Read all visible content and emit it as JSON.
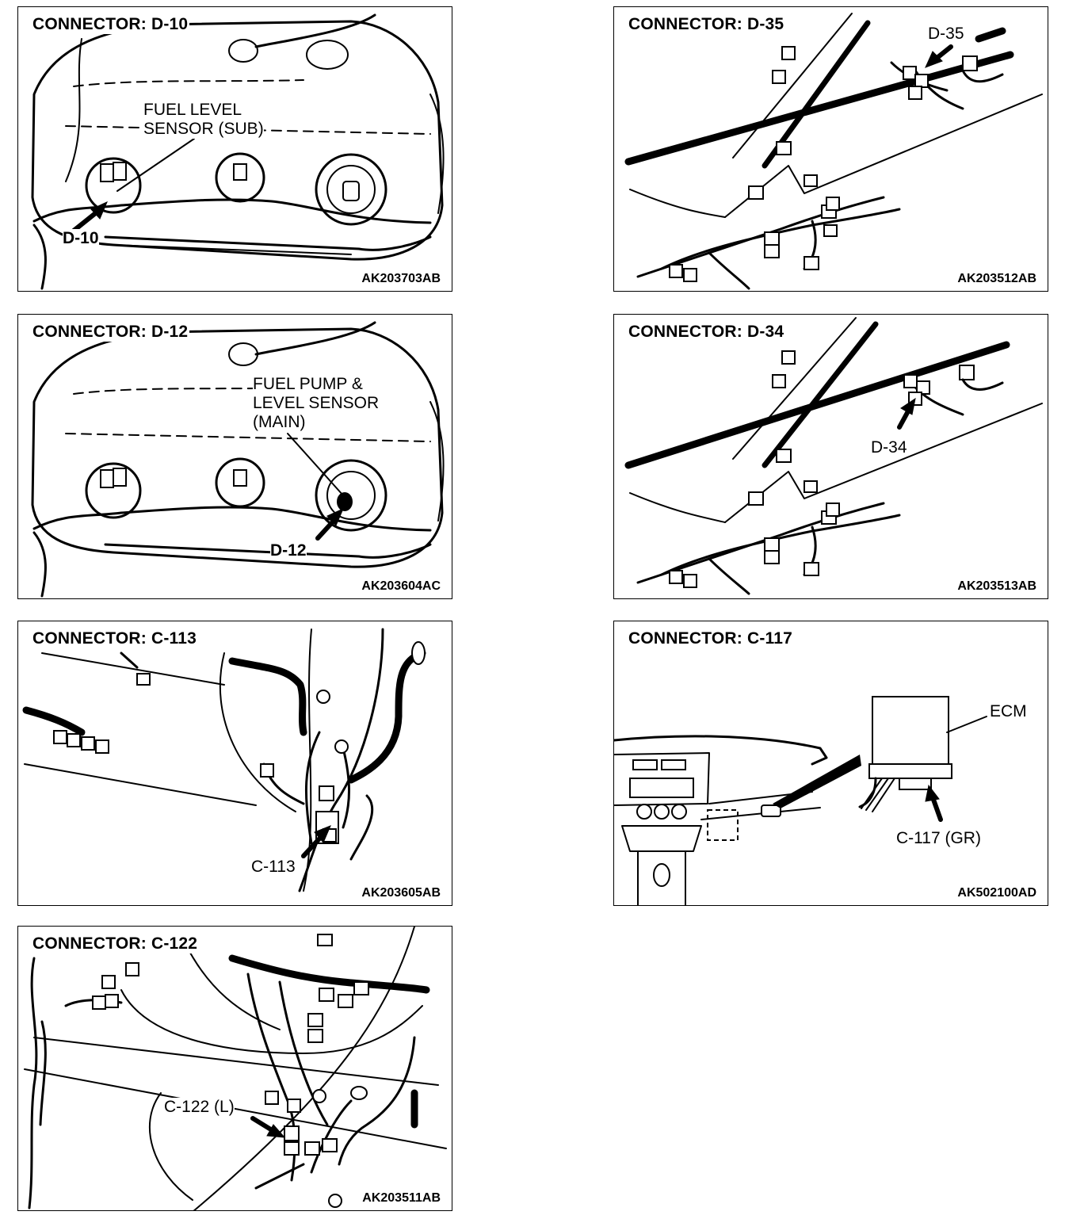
{
  "panels": [
    {
      "title": "CONNECTOR: D-10",
      "code": "AK203703AB",
      "labels": {
        "sensor_line1": "FUEL LEVEL",
        "sensor_line2": "SENSOR (SUB)",
        "conn": "D-10"
      }
    },
    {
      "title": "CONNECTOR: D-35",
      "code": "AK203512AB",
      "labels": {
        "conn": "D-35"
      }
    },
    {
      "title": "CONNECTOR: D-12",
      "code": "AK203604AC",
      "labels": {
        "sensor_line1": "FUEL PUMP &",
        "sensor_line2": "LEVEL SENSOR",
        "sensor_line3": "(MAIN)",
        "conn": "D-12"
      }
    },
    {
      "title": "CONNECTOR: D-34",
      "code": "AK203513AB",
      "labels": {
        "conn": "D-34"
      }
    },
    {
      "title": "CONNECTOR: C-113",
      "code": "AK203605AB",
      "labels": {
        "conn": "C-113"
      }
    },
    {
      "title": "CONNECTOR: C-117",
      "code": "AK502100AD",
      "labels": {
        "ecm": "ECM",
        "conn": "C-117 (GR)"
      }
    },
    {
      "title": "CONNECTOR: C-122",
      "code": "AK203511AB",
      "labels": {
        "conn": "C-122 (L)"
      }
    }
  ]
}
